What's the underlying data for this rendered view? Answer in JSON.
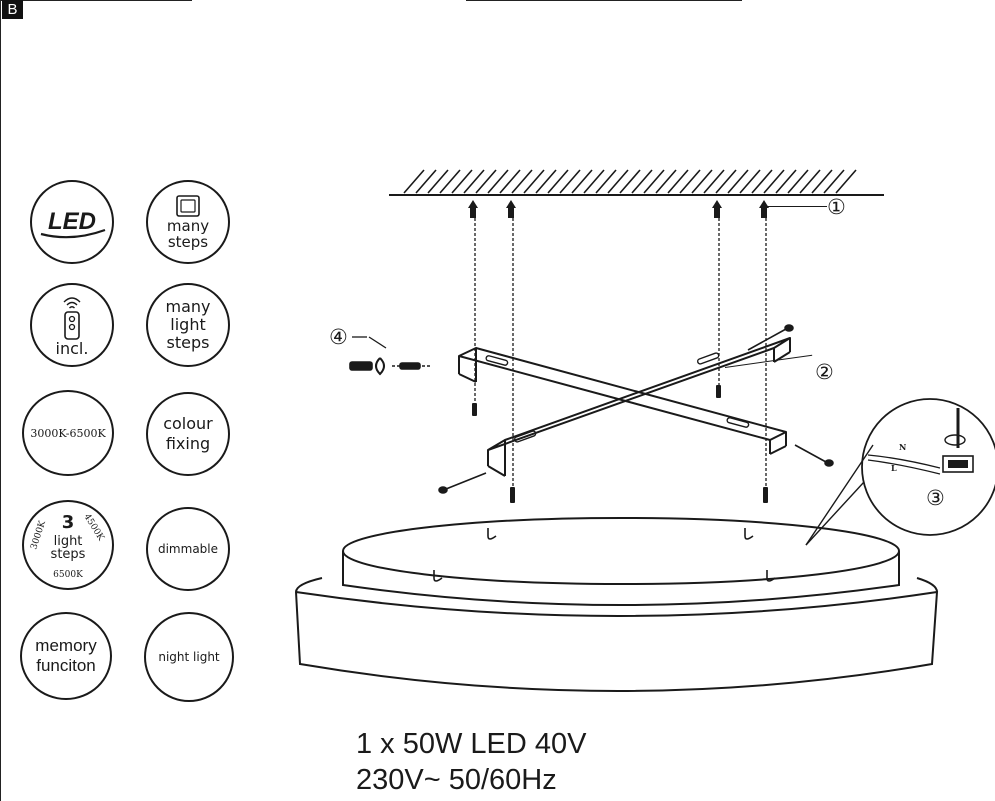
{
  "section": {
    "label": "B"
  },
  "features": {
    "led": {
      "label": "LED"
    },
    "many_steps": {
      "label": "many\nsteps"
    },
    "remote": {
      "label": "incl."
    },
    "many_light_steps": {
      "label": "many\nlight\nsteps"
    },
    "cct_range": {
      "label": "3000K-6500K"
    },
    "colour_fixing": {
      "label": "colour\nfixing"
    },
    "three_steps": {
      "number": "3",
      "label": "light\nsteps",
      "temp_left": "3000K",
      "temp_right": "4500K",
      "temp_bottom": "6500K"
    },
    "dimmable": {
      "label": "dimmable"
    },
    "memory": {
      "label": "memory\nfunciton"
    },
    "night_light": {
      "label": "night light"
    }
  },
  "callouts": {
    "c1": "①",
    "c2": "②",
    "c3": "③",
    "c4": "④"
  },
  "wiring": {
    "neutral": "N",
    "live": "L"
  },
  "specs": {
    "line1": "1 x 50W LED 40V",
    "line2": "230V~ 50/60Hz"
  },
  "colors": {
    "ink": "#1a1a1a",
    "background": "#ffffff"
  }
}
